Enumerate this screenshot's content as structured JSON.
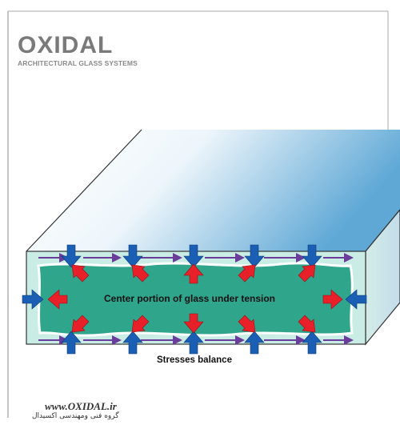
{
  "brand": {
    "name": "OXIDAL",
    "tagline": "ARCHITECTURAL GLASS SYSTEMS"
  },
  "diagram": {
    "center_label": "Center portion of glass under tension",
    "bottom_label": "Stresses balance",
    "compression_arrow_color": "#1a5fb4",
    "tension_arrow_color": "#e8202a",
    "surface_stress_line_color": "#6a3d9a",
    "tension_zone_color": "#2fa58c",
    "glass_edge_color": "#c9ece4"
  },
  "footer": {
    "url": "www.OXIDAL.ir",
    "persian_caption": "گروه فنی ومهندسی اکسیدال"
  }
}
